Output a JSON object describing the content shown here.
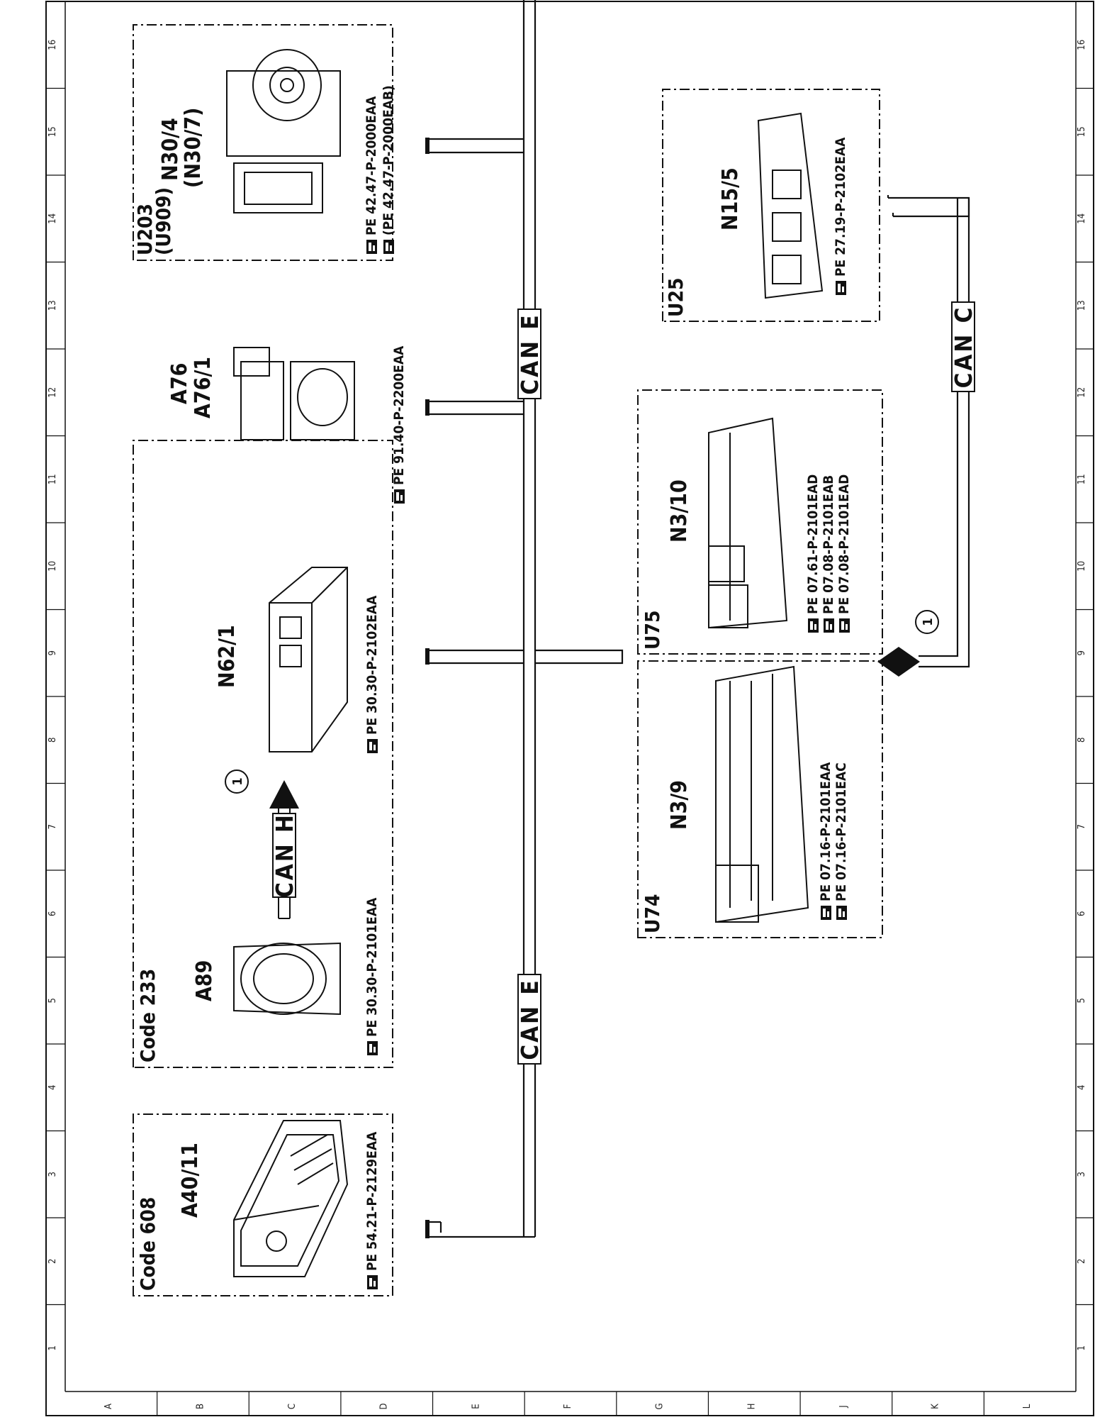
{
  "diagram": {
    "ruler": {
      "numbers": [
        "1",
        "2",
        "3",
        "4",
        "5",
        "6",
        "7",
        "8",
        "9",
        "10",
        "11",
        "12",
        "13",
        "14",
        "15",
        "16"
      ],
      "letters": [
        "A",
        "B",
        "C",
        "D",
        "E",
        "F",
        "G",
        "H",
        "J",
        "K",
        "L"
      ]
    },
    "groups": {
      "code608": {
        "code": "Code 608"
      },
      "code233": {
        "code": "Code 233"
      },
      "u203": {
        "label": "U203",
        "alt": "(U909)"
      },
      "u74": {
        "label": "U74"
      },
      "u75": {
        "label": "U75"
      },
      "u25": {
        "label": "U25"
      }
    },
    "components": {
      "a40_11": {
        "label": "A40/11",
        "refs": [
          "PE 54.21-P-2129EAA"
        ]
      },
      "a89": {
        "label": "A89",
        "refs": [
          "PE 30.30-P-2101EAA"
        ]
      },
      "n62_1": {
        "label": "N62/1",
        "refs": [
          "PE 30.30-P-2102EAA"
        ]
      },
      "a76": {
        "label": "A76",
        "label2": "A76/1",
        "refs": [
          "PE 91.40-P-2200EAA"
        ]
      },
      "n30_4": {
        "label": "N30/4",
        "label2": "(N30/7)",
        "refs": [
          "PE 42.47-P-2000EAA",
          "(PE 42.47-P-2000EAB)"
        ]
      },
      "n3_9": {
        "label": "N3/9",
        "refs": [
          "PE 07.16-P-2101EAA",
          "PE 07.16-P-2101EAC"
        ]
      },
      "n3_10": {
        "label": "N3/10",
        "refs": [
          "PE 07.61-P-2101EAD",
          "PE 07.08-P-2101EAB",
          "PE 07.08-P-2101EAD"
        ]
      },
      "n15_5": {
        "label": "N15/5",
        "refs": [
          "PE 27.19-P-2102EAA"
        ]
      }
    },
    "buses": {
      "can_e_lower": "CAN E",
      "can_e_upper": "CAN E",
      "can_h": "CAN H",
      "can_c": "CAN C"
    },
    "markers": {
      "circle_1": "1",
      "circle_1b": "1"
    },
    "icons": {
      "reference": "pointing-hand-icon"
    },
    "colors": {
      "ink": "#111111",
      "paper": "#ffffff"
    }
  }
}
